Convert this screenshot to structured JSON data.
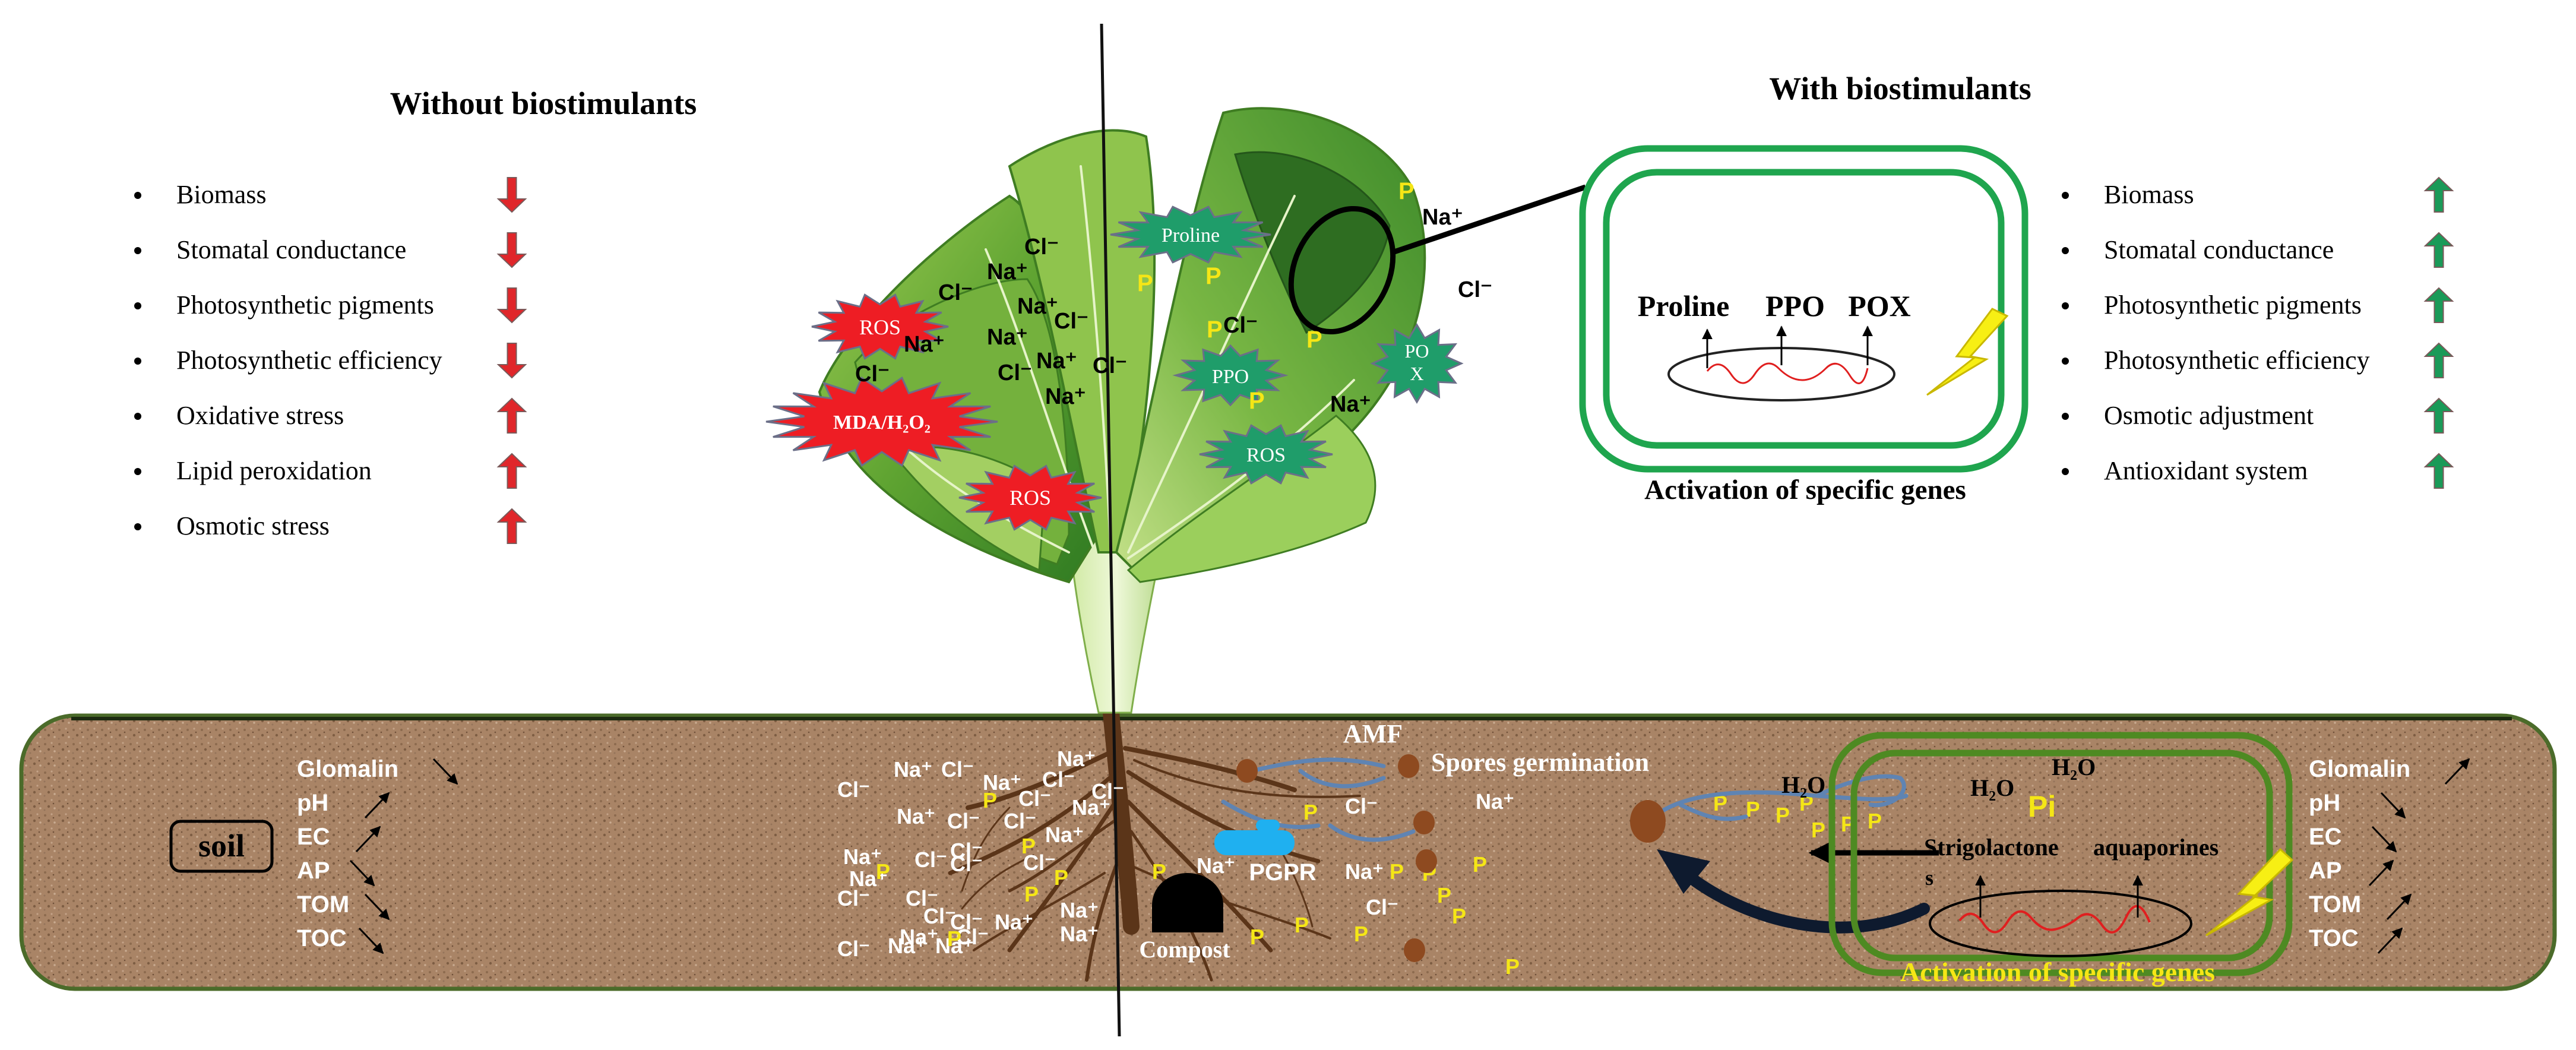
{
  "left_panel": {
    "title": "Without biostimulants",
    "items": [
      {
        "label": "Biomass",
        "trend": "down"
      },
      {
        "label": "Stomatal conductance",
        "trend": "down"
      },
      {
        "label": "Photosynthetic pigments",
        "trend": "down"
      },
      {
        "label": "Photosynthetic efficiency",
        "trend": "down"
      },
      {
        "label": "Oxidative stress",
        "trend": "up"
      },
      {
        "label": "Lipid peroxidation",
        "trend": "up"
      },
      {
        "label": "Osmotic stress",
        "trend": "up"
      }
    ]
  },
  "right_panel": {
    "title": "With biostimulants",
    "items": [
      {
        "label": "Biomass",
        "trend": "up"
      },
      {
        "label": "Stomatal conductance",
        "trend": "up"
      },
      {
        "label": "Photosynthetic pigments",
        "trend": "up"
      },
      {
        "label": "Photosynthetic efficiency",
        "trend": "up"
      },
      {
        "label": "Osmotic adjustment",
        "trend": "up"
      },
      {
        "label": "Antioxidant system",
        "trend": "up"
      }
    ]
  },
  "cell_top": {
    "labels": [
      "Proline",
      "PPO",
      "POX"
    ],
    "caption": "Activation of specific genes"
  },
  "leaf_badges": {
    "ros": "ROS",
    "mda": "MDA/H₂O₂",
    "proline": "Proline",
    "ppo": "PPO",
    "pox_1": "PO",
    "pox_2": "X"
  },
  "ions": {
    "na": "Na⁺",
    "cl": "Cl⁻",
    "p": "P"
  },
  "soil": {
    "box_label": "soil",
    "left_indicators": [
      "Glomalin",
      "pH",
      "EC",
      "AP",
      "TOM",
      "TOC"
    ],
    "right_indicators": [
      "Glomalin",
      "pH",
      "EC",
      "AP",
      "TOM",
      "TOC"
    ],
    "amf": "AMF",
    "spores": "Spores germination",
    "pgpr": "PGPR",
    "compost": "Compost",
    "h2o": "H₂O",
    "pi": "Pi",
    "strigolactone": "Strigolactone",
    "s_mark": "s",
    "aquaporines": "aquaporines",
    "caption": "Activation of specific genes"
  },
  "colors": {
    "down_arrow": "#e0262a",
    "up_arrow_left": "#e0262a",
    "up_arrow_right": "#1a9a58",
    "cell_border": "#1fa54e",
    "soil_fill": "#a98466",
    "soil_border": "#4b6b2a",
    "badge_red": "#ee1d24",
    "badge_green": "#1f9d6a",
    "p_yellow": "#f5e616"
  }
}
